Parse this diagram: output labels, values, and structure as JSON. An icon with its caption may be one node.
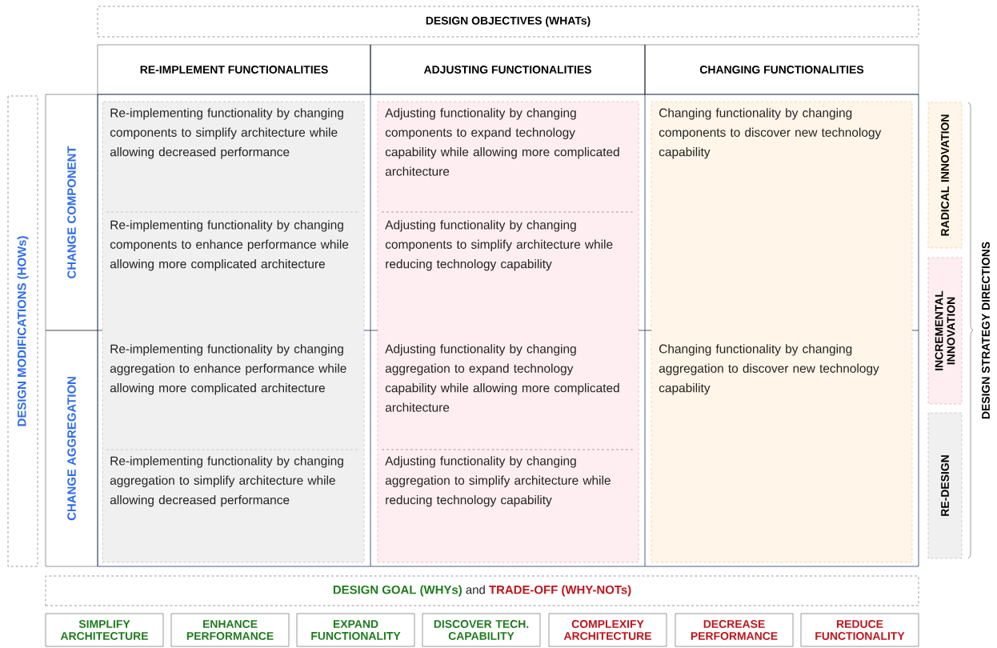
{
  "diagram": {
    "nodes": [
      {
        "text": [
          "DESIGN OBJECTIVES (WHATs)"
        ]
      },
      {
        "text": [
          "RE-IMPLEMENT FUNCTIONALITIES"
        ]
      },
      {
        "text": [
          "ADJUSTING FUNCTIONALITIES"
        ]
      },
      {
        "text": [
          "CHANGING FUNCTIONALITIES"
        ]
      },
      {
        "text": [
          "DESIGN MODIFICATIONS (HOWs)"
        ]
      },
      {
        "text": [
          "CHANGE COMPONENT"
        ]
      },
      {
        "text": [
          "CHANGE AGGREGATION"
        ]
      },
      {
        "text": [],
        "shape": "box"
      },
      {
        "text": [
          "Re-implementing functionality by changing components to simplify architecture while allowing decreased performance"
        ],
        "in": 7
      },
      {
        "text": [
          "Re-implementing functionality by changing components to enhance performance while allowing more complicated architecture"
        ],
        "in": 7
      },
      {
        "text": [
          "Re-implementing functionality by changing aggregation to enhance performance while allowing more complicated architecture"
        ],
        "in": 7
      },
      {
        "text": [
          "Re-implementing functionality by changing aggregation to simplify architecture while allowing decreased performance"
        ],
        "in": 7
      },
      {
        "text": [],
        "shape": "box"
      },
      {
        "text": [
          "Adjusting functionality by changing components to expand technology capability while allowing more complicated architecture"
        ],
        "in": 12
      },
      {
        "text": [
          "Adjusting functionality by changing components to simplify architecture while reducing technology capability"
        ],
        "in": 12
      },
      {
        "text": [
          "Adjusting functionality by changing aggregation to expand technology capability while allowing more complicated architecture"
        ],
        "in": 12
      },
      {
        "text": [
          "Adjusting functionality by changing aggregation to simplify architecture while reducing technology capability"
        ],
        "in": 12
      },
      {
        "text": [],
        "shape": "box"
      },
      {
        "text": [
          "Changing functionality by changing components to discover new technology capability"
        ],
        "in": 17
      },
      {
        "text": [
          "Changing functionality by changing aggregation to discover new technology capability"
        ],
        "in": 17
      },
      {
        "text": [
          "RADICAL INNOVATION"
        ]
      },
      {
        "text": [
          "INCREMENTAL INNOVATION"
        ]
      },
      {
        "text": [
          "RE-DESIGN"
        ]
      },
      {
        "text": [
          "DESIGN GOAL (WHYs)",
          "and",
          "TRADE-OFF (WHY-NOTs)"
        ]
      },
      {
        "text": [
          "SIMPLIFY ARCHITECTURE"
        ]
      },
      {
        "text": [
          "ENHANCE PERFORMANCE"
        ]
      },
      {
        "text": [
          "EXPAND FUNCTIONALITY"
        ]
      },
      {
        "text": [
          "DISCOVER TECH. CAPABILITY"
        ]
      },
      {
        "text": [
          "COMPLEXIFY ARCHITECTURE"
        ]
      },
      {
        "text": [
          "DECREASE PERFORMANCE"
        ]
      },
      {
        "text": [
          "REDUCE FUNCTIONALITY"
        ]
      }
    ],
    "labels": [
      "DESIGN STRATEGY DIRECTIONS"
    ]
  }
}
